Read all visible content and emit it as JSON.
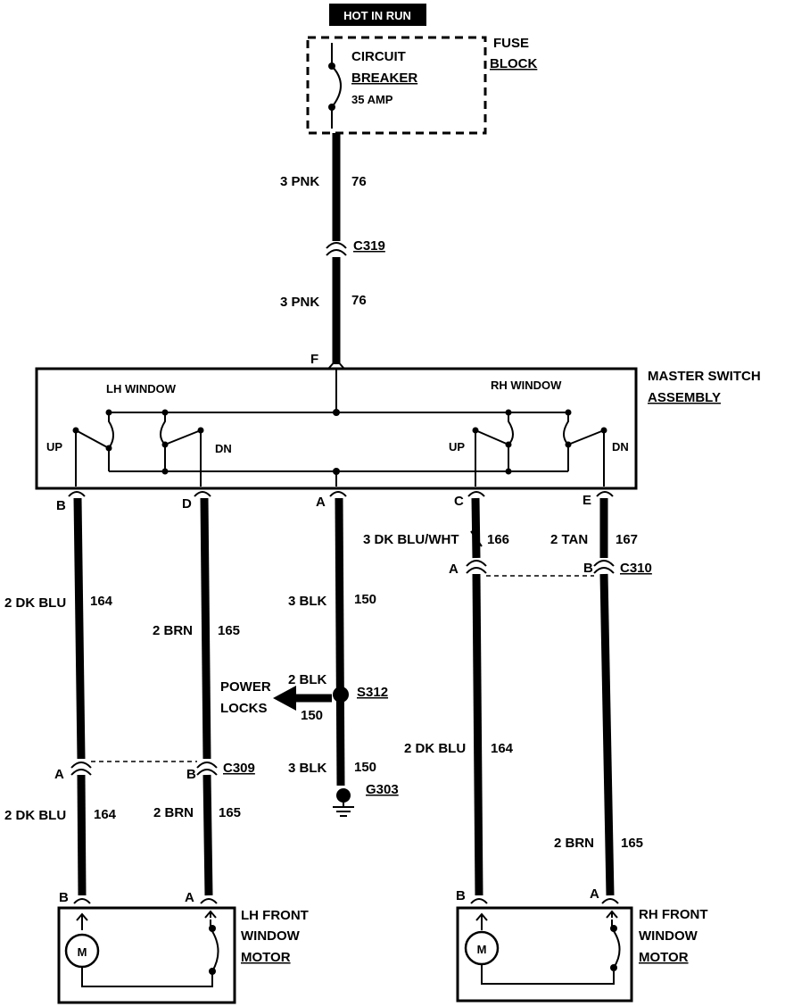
{
  "header": {
    "hot_label": "HOT IN RUN"
  },
  "fuse_block": {
    "label_line1": "FUSE",
    "label_line2": "BLOCK",
    "breaker_line1": "CIRCUIT",
    "breaker_line2": "BREAKER",
    "rating": "35 AMP"
  },
  "feed_wire": {
    "upper_color": "3 PNK",
    "upper_circuit": "76",
    "connector": "C319",
    "lower_color": "3 PNK",
    "lower_circuit": "76",
    "pin": "F"
  },
  "master_switch": {
    "label_line1": "MASTER SWITCH",
    "label_line2": "ASSEMBLY",
    "lh_window": "LH WINDOW",
    "rh_window": "RH WINDOW",
    "lh_up": "UP",
    "lh_dn": "DN",
    "rh_up": "UP",
    "rh_dn": "DN"
  },
  "pins": {
    "b": "B",
    "d": "D",
    "a": "A",
    "c": "C",
    "e": "E"
  },
  "wires": {
    "lh_b_color": "2 DK BLU",
    "lh_b_circuit": "164",
    "lh_d_color": "2 BRN",
    "lh_d_circuit": "165",
    "ground_color": "3 BLK",
    "ground_circuit": "150",
    "rh_c_color": "3 DK BLU/WHT",
    "rh_c_circuit": "166",
    "rh_e_color": "2 TAN",
    "rh_e_circuit": "167",
    "lh_lower_b_color": "2 DK BLU",
    "lh_lower_b_circuit": "164",
    "lh_lower_a_color": "2 BRN",
    "lh_lower_a_circuit": "165",
    "ground_lower_color": "3 BLK",
    "ground_lower_circuit": "150",
    "rh_lower_b_color": "2 DK BLU",
    "rh_lower_b_circuit": "164",
    "rh_lower_a_color": "2 BRN",
    "rh_lower_a_circuit": "165"
  },
  "splice": {
    "id": "S312",
    "branch_color": "2 BLK",
    "branch_circuit": "150",
    "dest_line1": "POWER",
    "dest_line2": "LOCKS"
  },
  "ground": {
    "id": "G303"
  },
  "connectors": {
    "c310": "C310",
    "c310_a": "A",
    "c310_b": "B",
    "c309": "C309",
    "c309_a": "A",
    "c309_b": "B"
  },
  "lh_motor": {
    "label_line1": "LH FRONT",
    "label_line2": "WINDOW",
    "label_line3": "MOTOR",
    "pin_b": "B",
    "pin_a": "A",
    "symbol": "M"
  },
  "rh_motor": {
    "label_line1": "RH FRONT",
    "label_line2": "WINDOW",
    "label_line3": "MOTOR",
    "pin_b": "B",
    "pin_a": "A",
    "symbol": "M"
  }
}
